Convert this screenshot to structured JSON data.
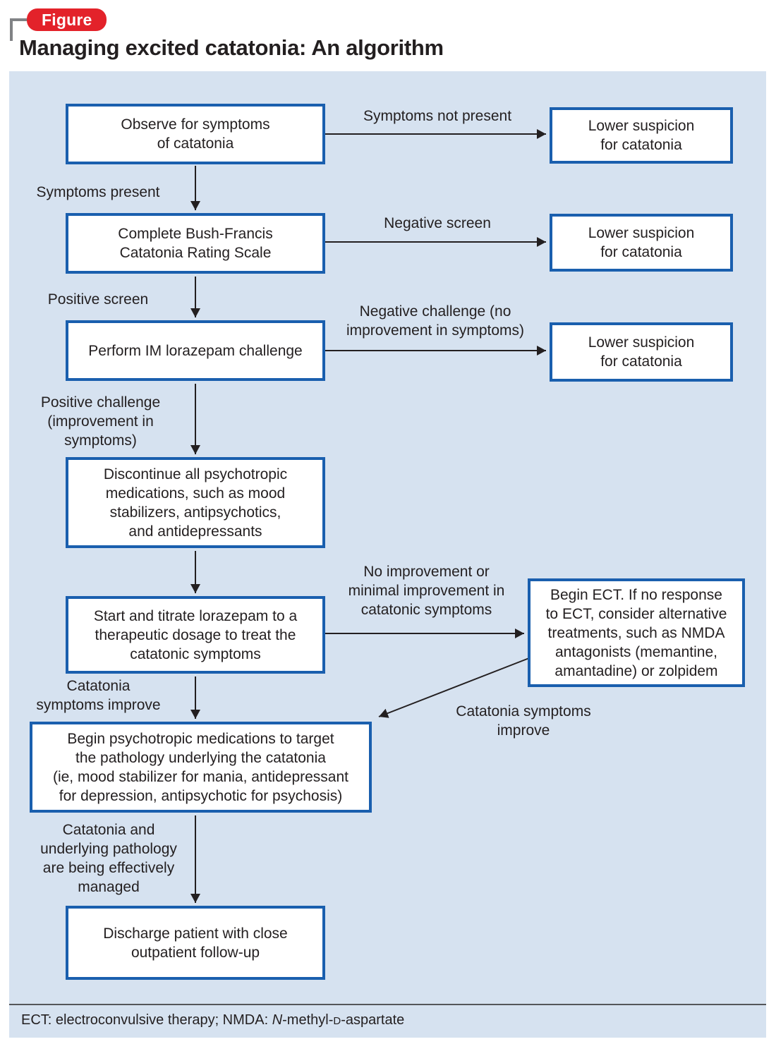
{
  "badge_label": "Figure",
  "title": "Managing excited catatonia: An algorithm",
  "colors": {
    "panel-bg": "#d6e2f0",
    "box-border": "#1a5fae",
    "box-fill": "#ffffff",
    "text": "#231f20",
    "badge-red": "#e3222a",
    "bracket-gray": "#808285",
    "separator": "#55565a",
    "arrow": "#231f20"
  },
  "flowchart": {
    "boxes": {
      "observe": "Observe for symptoms\nof catatonia",
      "lower_suspicion_1": "Lower suspicion\nfor catatonia",
      "bush_francis": "Complete Bush-Francis\nCatatonia Rating Scale",
      "lower_suspicion_2": "Lower suspicion\nfor catatonia",
      "lorazepam_challenge": "Perform IM lorazepam challenge",
      "lower_suspicion_3": "Lower suspicion\nfor catatonia",
      "discontinue": "Discontinue all psychotropic\nmedications, such as mood\nstabilizers, antipsychotics,\nand antidepressants",
      "titrate": "Start and titrate lorazepam to a\ntherapeutic dosage to treat the\ncatatonic symptoms",
      "ect": "Begin ECT. If no response\nto ECT, consider alternative\ntreatments, such as NMDA\nantagonists (memantine,\namantadine) or zolpidem",
      "begin_psychotropics": "Begin psychotropic medications to target\nthe pathology underlying the catatonia\n(ie, mood stabilizer for mania, antidepressant\nfor depression, antipsychotic for psychosis)",
      "discharge": "Discharge patient with close\noutpatient follow-up"
    },
    "edge_labels": {
      "symptoms_not_present": "Symptoms not present",
      "symptoms_present": "Symptoms present",
      "negative_screen": "Negative screen",
      "positive_screen": "Positive screen",
      "negative_challenge": "Negative challenge (no\nimprovement in symptoms)",
      "positive_challenge": "Positive challenge\n(improvement in\nsymptoms)",
      "no_improvement": "No improvement or\nminimal improvement in\ncatatonic symptoms",
      "symptoms_improve_left": "Catatonia\nsymptoms improve",
      "symptoms_improve_right": "Catatonia symptoms\nimprove",
      "effectively_managed": "Catatonia and\nunderlying pathology\nare being effectively\nmanaged"
    }
  },
  "footer": {
    "abbrev_prefix": "ECT: electroconvulsive therapy; NMDA: ",
    "nmda_n": "N",
    "nmda_mid": "-methyl-",
    "nmda_d": "D",
    "nmda_suffix": "-aspartate"
  }
}
